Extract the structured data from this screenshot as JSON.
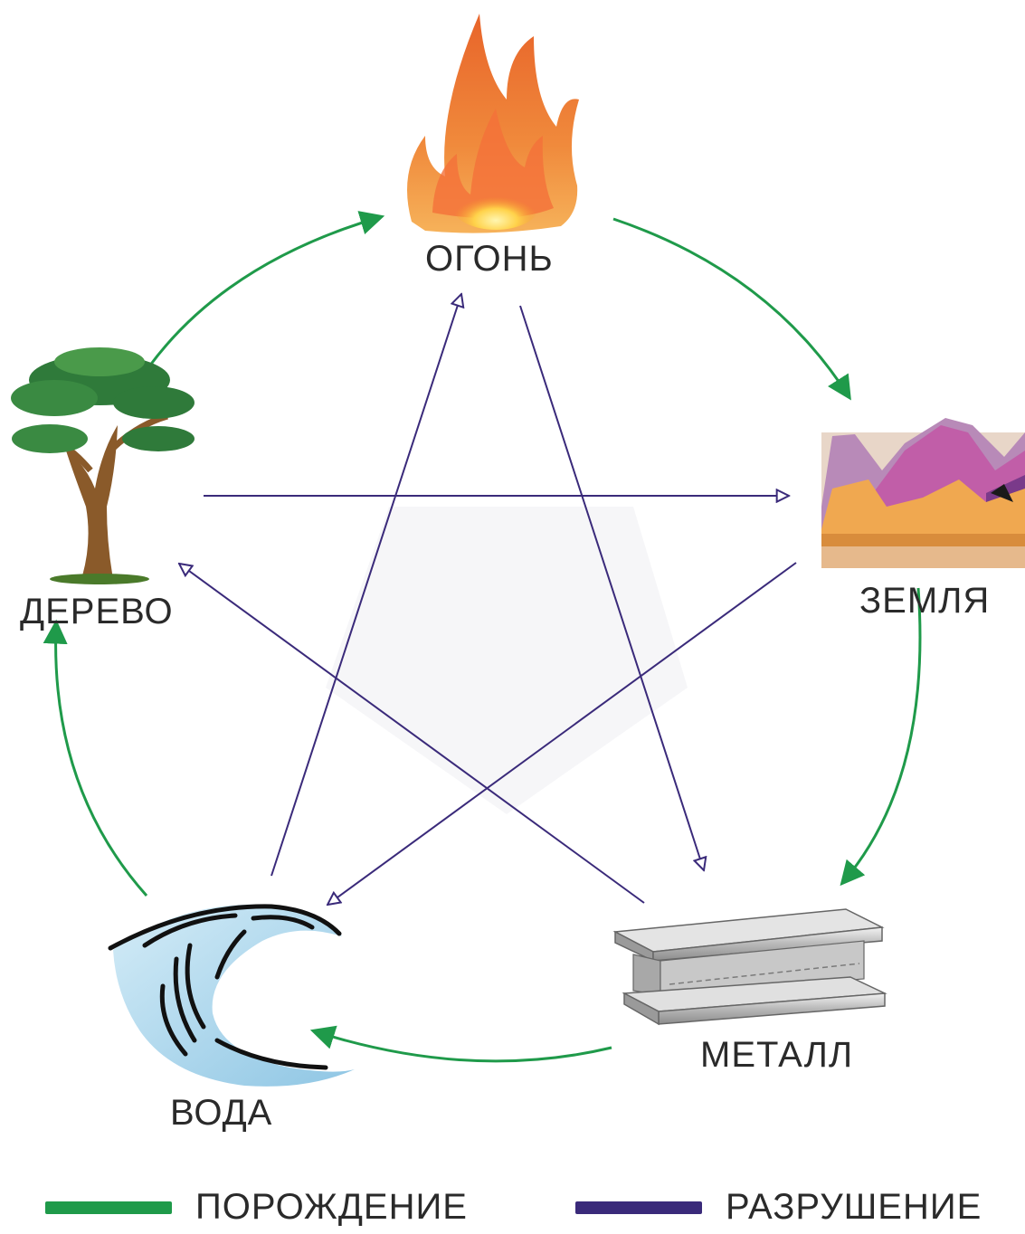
{
  "elements": {
    "fire": {
      "label": "ОГОНЬ",
      "icon": "fire-icon"
    },
    "earth": {
      "label": "ЗЕМЛЯ",
      "icon": "mountains-icon"
    },
    "metal": {
      "label": "МЕТАЛЛ",
      "icon": "steel-beam-icon"
    },
    "water": {
      "label": "ВОДА",
      "icon": "wave-icon"
    },
    "wood": {
      "label": "ДЕРЕВО",
      "icon": "tree-icon"
    }
  },
  "generation_cycle": [
    "wood",
    "fire",
    "earth",
    "metal",
    "water"
  ],
  "destruction_cycle": [
    [
      "fire",
      "metal"
    ],
    [
      "metal",
      "wood"
    ],
    [
      "wood",
      "earth"
    ],
    [
      "earth",
      "water"
    ],
    [
      "water",
      "fire"
    ]
  ],
  "legend": {
    "generation": {
      "label": "ПОРОЖДЕНИЕ",
      "color": "#1f9a4a"
    },
    "destruction": {
      "label": "РАЗРУШЕНИЕ",
      "color": "#3a2a7a"
    }
  }
}
